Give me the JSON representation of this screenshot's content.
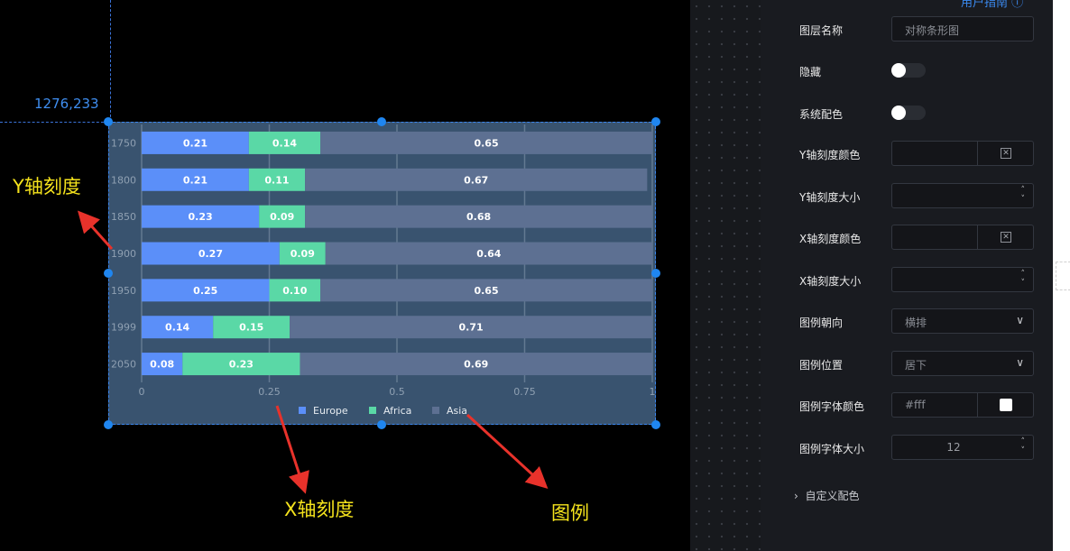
{
  "canvas": {
    "coord_label": "1276,233",
    "annotations": {
      "y_axis": "Y轴刻度",
      "x_axis": "X轴刻度",
      "legend": "图例"
    }
  },
  "chart_data": {
    "type": "bar",
    "orientation": "horizontal",
    "stacked": true,
    "categories": [
      "1750",
      "1800",
      "1850",
      "1900",
      "1950",
      "1999",
      "2050"
    ],
    "series": [
      {
        "name": "Europe",
        "color": "#5b8ff9",
        "values": [
          0.21,
          0.21,
          0.23,
          0.27,
          0.25,
          0.14,
          0.08
        ],
        "labels": [
          "0.21",
          "0.21",
          "0.23",
          "0.27",
          "0.25",
          "0.14",
          "0.08"
        ]
      },
      {
        "name": "Africa",
        "color": "#5ad8a6",
        "values": [
          0.14,
          0.11,
          0.09,
          0.09,
          0.1,
          0.15,
          0.23
        ],
        "labels": [
          "0.14",
          "0.11",
          "0.09",
          "0.09",
          "0.10",
          "0.15",
          "0.23"
        ]
      },
      {
        "name": "Asia",
        "color": "#5d7092",
        "values": [
          0.65,
          0.67,
          0.68,
          0.64,
          0.65,
          0.71,
          0.69
        ],
        "labels": [
          "0.65",
          "0.67",
          "0.68",
          "0.64",
          "0.65",
          "0.71",
          "0.69"
        ]
      }
    ],
    "x_ticks": [
      "0",
      "0.25",
      "0.5",
      "0.75",
      "1"
    ],
    "xlim": [
      0,
      1
    ],
    "grid": true,
    "legend_position": "bottom"
  },
  "panel": {
    "help_text": "用户指南",
    "rows": {
      "layer_name": {
        "label": "图层名称",
        "placeholder": "对称条形图"
      },
      "hidden": {
        "label": "隐藏"
      },
      "system_color": {
        "label": "系统配色"
      },
      "y_tick_color": {
        "label": "Y轴刻度颜色"
      },
      "y_tick_size": {
        "label": "Y轴刻度大小"
      },
      "x_tick_color": {
        "label": "X轴刻度颜色"
      },
      "x_tick_size": {
        "label": "X轴刻度大小"
      },
      "legend_orient": {
        "label": "图例朝向",
        "value": "横排"
      },
      "legend_position": {
        "label": "图例位置",
        "value": "居下"
      },
      "legend_font_color": {
        "label": "图例字体颜色",
        "value": "#fff"
      },
      "legend_font_size": {
        "label": "图例字体大小",
        "value": "12"
      }
    },
    "custom_colors": "自定义配色"
  }
}
